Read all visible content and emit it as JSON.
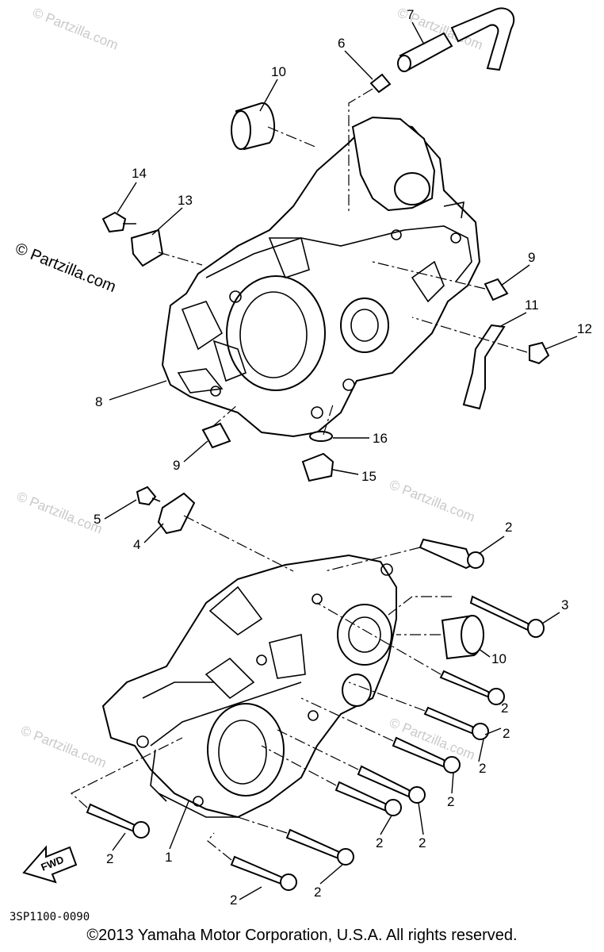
{
  "watermark": {
    "main": "© Partzilla.com",
    "faint": "© Partzilla.com"
  },
  "diagram": {
    "code": "3SP1100-0090",
    "fwd_label": "FWD",
    "callouts": {
      "c1": "1",
      "c2a": "2",
      "c2b": "2",
      "c2c": "2",
      "c2d": "2",
      "c2e": "2",
      "c2f": "2",
      "c2g": "2",
      "c2h": "2",
      "c2i": "2",
      "c2j": "2",
      "c3": "3",
      "c4": "4",
      "c5": "5",
      "c6": "6",
      "c7": "7",
      "c8": "8",
      "c9a": "9",
      "c9b": "9",
      "c10a": "10",
      "c10b": "10",
      "c11": "11",
      "c12": "12",
      "c13": "13",
      "c14": "14",
      "c15": "15",
      "c16": "16"
    }
  },
  "footer": {
    "copyright": "©2013 Yamaha Motor Corporation, U.S.A. All rights reserved."
  }
}
